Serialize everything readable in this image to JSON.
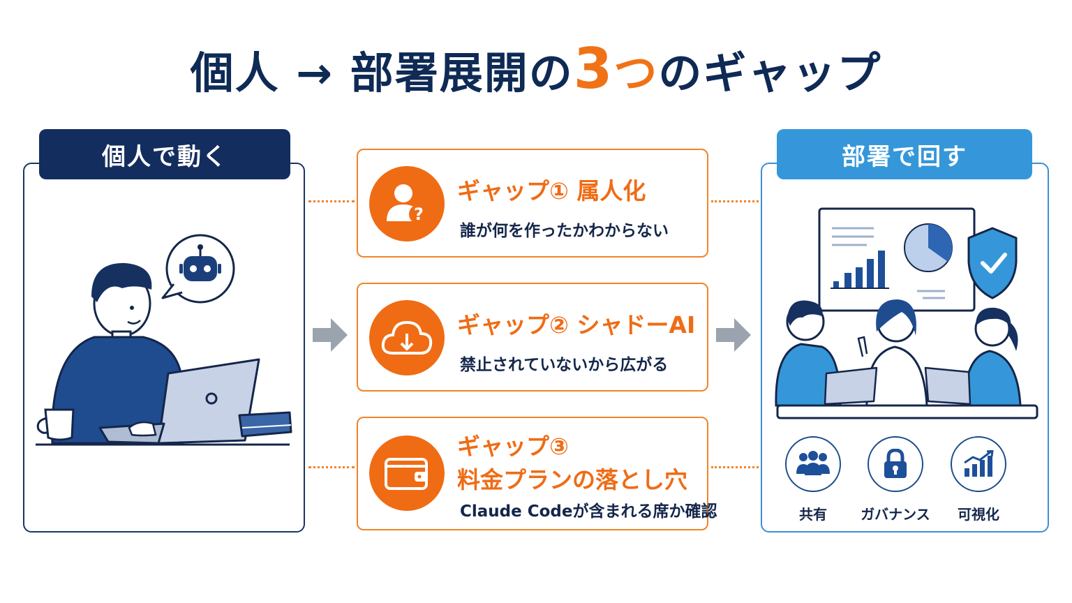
{
  "title": {
    "main": "個人 → 部署展開の",
    "number": "3",
    "suffix1": "つ",
    "suffix2": "のギャップ"
  },
  "left": {
    "label": "個人で動く"
  },
  "right": {
    "label": "部署で回す",
    "features": [
      {
        "label": "共有",
        "icon": "people-icon"
      },
      {
        "label": "ガバナンス",
        "icon": "lock-icon"
      },
      {
        "label": "可視化",
        "icon": "chart-up-icon"
      }
    ]
  },
  "gaps": [
    {
      "title": "ギャップ① 属人化",
      "desc": "誰が何を作ったかわからない",
      "icon": "person-question-icon"
    },
    {
      "title": "ギャップ② シャドーAI",
      "desc": "禁止されていないから広がる",
      "icon": "cloud-download-icon"
    },
    {
      "title_line1": "ギャップ③",
      "title_line2": "料金プランの落とし穴",
      "desc": "Claude Codeが含まれる席か確認",
      "icon": "wallet-icon"
    }
  ],
  "colors": {
    "navy": "#132d5e",
    "blue": "#3597d9",
    "orange": "#ef6c15",
    "gray_arrow": "#9aa3ae"
  }
}
